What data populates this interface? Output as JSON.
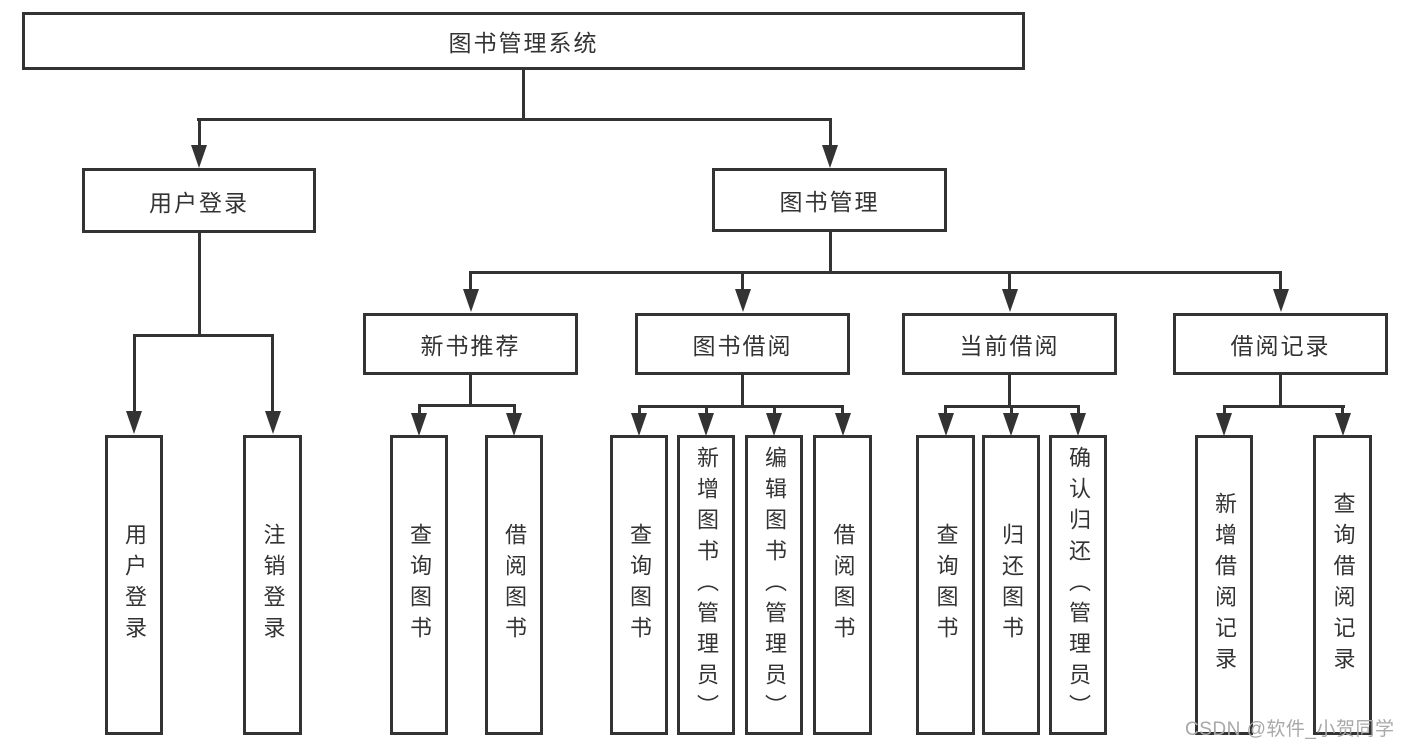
{
  "diagram": {
    "type": "hierarchy-tree",
    "root": "图书管理系统",
    "level2": {
      "user_login": "用户登录",
      "book_management": "图书管理"
    },
    "level3": {
      "new_books": "新书推荐",
      "borrowing": "图书借阅",
      "current": "当前借阅",
      "records": "借阅记录"
    },
    "leaves": {
      "login": "用户登录",
      "logout": "注销登录",
      "nb_query": "查询图书",
      "nb_borrow": "借阅图书",
      "bor_query": "查询图书",
      "bor_add": "新增图书（管理员）",
      "bor_edit": "编辑图书（管理员）",
      "bor_borrow": "借阅图书",
      "cur_query": "查询图书",
      "cur_return": "归还图书",
      "cur_confirm": "确认归还（管理员）",
      "rec_add": "新增借阅记录",
      "rec_query": "查询借阅记录"
    }
  },
  "watermark": "CSDN @软件_小贺同学",
  "colors": {
    "line": "#333333",
    "text": "#333333",
    "background": "#ffffff",
    "watermark": "#a9a9a9"
  }
}
